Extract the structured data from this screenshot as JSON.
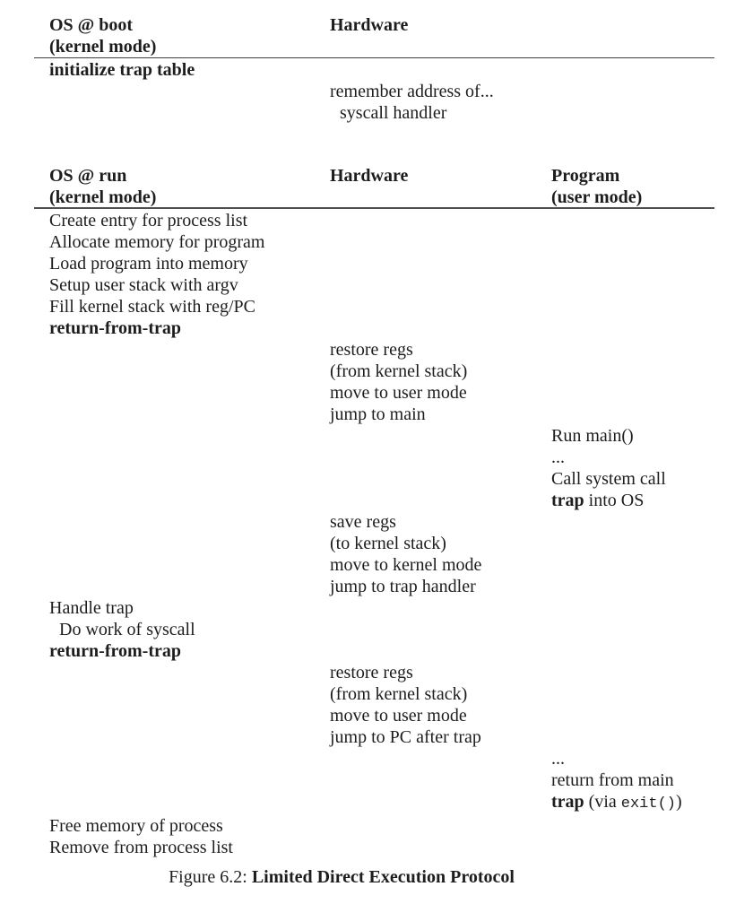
{
  "boot": {
    "header": {
      "os_title": "OS @ boot",
      "os_mode": "(kernel mode)",
      "hw_title": "Hardware"
    },
    "os_action": "initialize trap table",
    "hw_lines": [
      "remember address of...",
      "syscall handler"
    ]
  },
  "run": {
    "header": {
      "os_title": "OS @ run",
      "os_mode": "(kernel mode)",
      "hw_title": "Hardware",
      "prog_title": "Program",
      "prog_mode": "(user mode)"
    },
    "blocks": [
      {
        "actor": "os",
        "lines": [
          "Create entry for process list",
          "Allocate memory for program",
          "Load program into memory",
          "Setup user stack with argv",
          "Fill kernel stack with reg/PC"
        ],
        "bold_line": "return-from-trap"
      },
      {
        "actor": "hardware",
        "lines": [
          "restore regs",
          "(from kernel stack)",
          "move to user mode",
          "jump to main"
        ]
      },
      {
        "actor": "program",
        "lines": [
          "Run main()",
          "...",
          "Call system call"
        ],
        "trap_line": {
          "bold": "trap",
          "rest": " into OS"
        }
      },
      {
        "actor": "hardware",
        "lines": [
          "save regs",
          "(to kernel stack)",
          "move to kernel mode",
          "jump to trap handler"
        ]
      },
      {
        "actor": "os",
        "lines": [
          "Handle trap",
          "Do work of syscall"
        ],
        "bold_line": "return-from-trap"
      },
      {
        "actor": "hardware",
        "lines": [
          "restore regs",
          "(from kernel stack)",
          "move to user mode",
          "jump to PC after trap"
        ]
      },
      {
        "actor": "program",
        "lines": [
          "...",
          "return from main"
        ],
        "trap_line": {
          "bold": "trap",
          "mid": " (via ",
          "code": "exit()",
          "end": ")"
        }
      },
      {
        "actor": "os",
        "lines": [
          "Free memory of process",
          "Remove from process list"
        ]
      }
    ]
  },
  "caption": {
    "prefix": "Figure 6.2: ",
    "title": "Limited Direct Execution Protocol"
  }
}
